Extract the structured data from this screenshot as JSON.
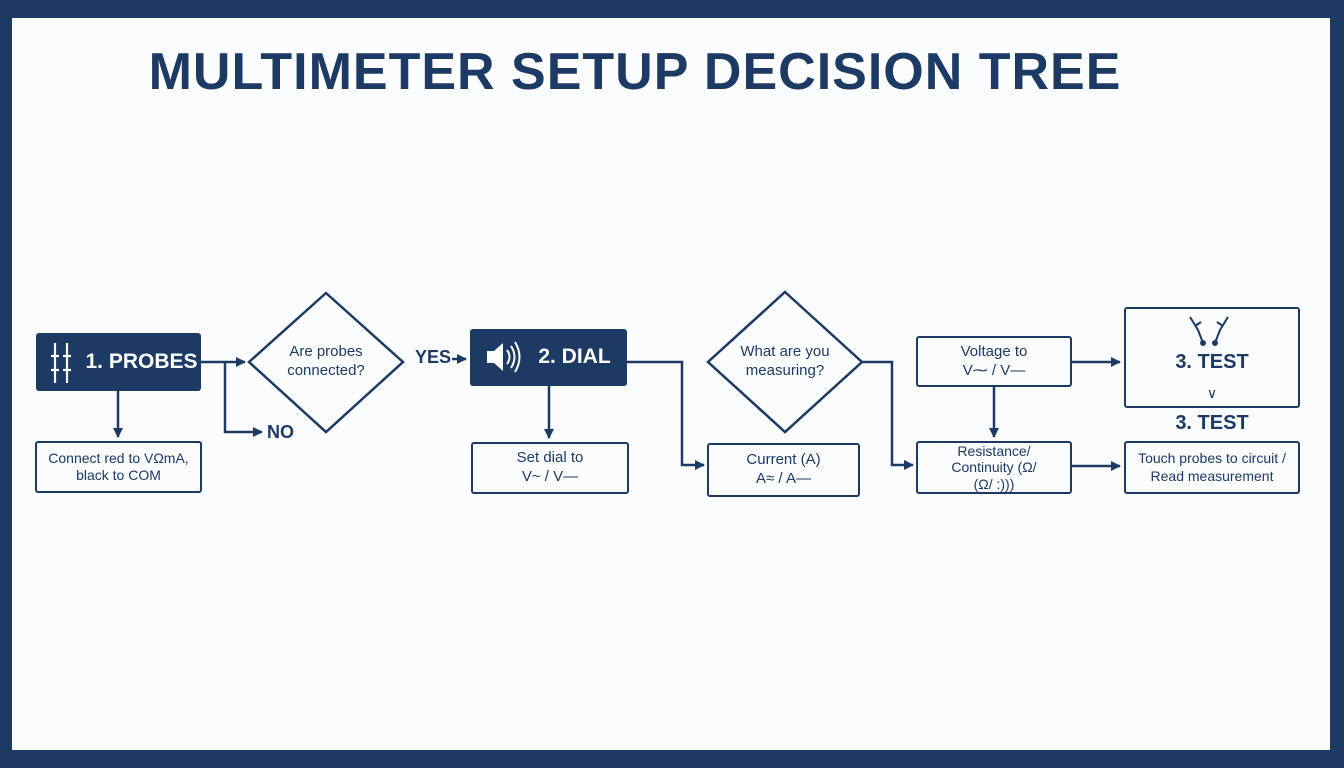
{
  "title": "MULTIMETER SETUP DECISION TREE",
  "colors": {
    "primary": "#1c3a63",
    "background": "#fbfcfe"
  },
  "nodes": {
    "probes": {
      "label": "1. PROBES",
      "icon": "probe-plugs-icon"
    },
    "probes_question": {
      "label": "Are probes connected?"
    },
    "probes_connect": {
      "line1": "Connect red to VΩmA,",
      "line2": "black to COM"
    },
    "dial": {
      "label": "2. DIAL",
      "icon": "speaker-icon"
    },
    "dial_set": {
      "line1": "Set dial to",
      "line2": "V~ / V—"
    },
    "measure_question": {
      "label": "What are you measuring?"
    },
    "current": {
      "line1": "Current (A)",
      "line2": "A≈ / A—"
    },
    "voltage": {
      "line1": "Voltage to",
      "line2": "V⁓ / V—"
    },
    "resistance": {
      "line1": "Resistance/",
      "line2": "Continuity (Ω/",
      "line3": "(Ω/ :)))"
    },
    "test": {
      "label": "3. TEST",
      "icon": "test-probes-icon",
      "chevron": "∨"
    },
    "test_heading": {
      "label": "3. TEST"
    },
    "touch": {
      "line1": "Touch probes to circuit /",
      "line2": "Read measurement"
    }
  },
  "edges": {
    "yes": "YES",
    "no": "NO"
  }
}
